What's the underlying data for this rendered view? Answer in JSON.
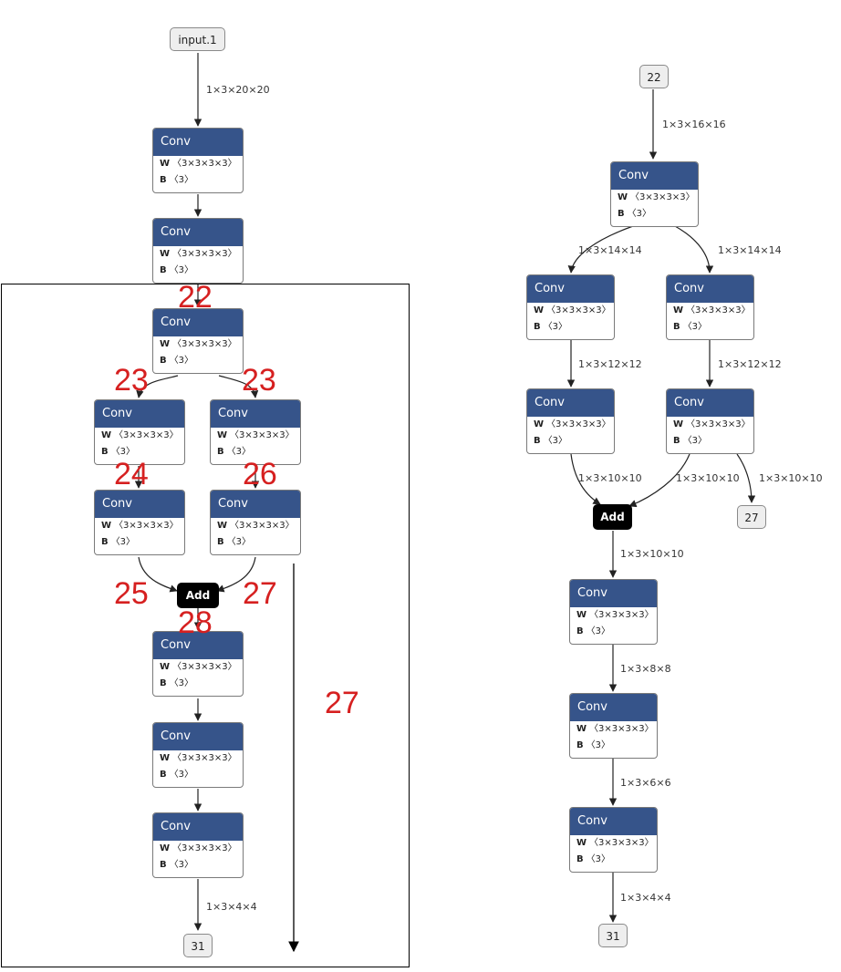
{
  "node_template": {
    "op": "Conv",
    "w_key": "W",
    "w_shape": "〈3×3×3×3〉",
    "b_key": "B",
    "b_shape": "〈3〉"
  },
  "left_graph": {
    "input": "input.1",
    "output": "31",
    "add": "Add",
    "edges": {
      "input_shape": "1×3×20×20",
      "output_shape": "1×3×4×4"
    }
  },
  "right_graph": {
    "input": "22",
    "output_main": "31",
    "output_branch": "27",
    "add": "Add",
    "edges": {
      "e1": "1×3×16×16",
      "e2a": "1×3×14×14",
      "e2b": "1×3×14×14",
      "e3a": "1×3×12×12",
      "e3b": "1×3×12×12",
      "e4a": "1×3×10×10",
      "e4b": "1×3×10×10",
      "e4c": "1×3×10×10",
      "e5": "1×3×10×10",
      "e6": "1×3×8×8",
      "e7": "1×3×6×6",
      "e8": "1×3×4×4"
    }
  },
  "annotations": [
    "22",
    "23",
    "23",
    "24",
    "26",
    "25",
    "27",
    "28",
    "27"
  ],
  "colors": {
    "conv_header": "#36548a",
    "add_node": "#000000",
    "annotation": "#d62020",
    "terminal_bg": "#eeeeee"
  }
}
